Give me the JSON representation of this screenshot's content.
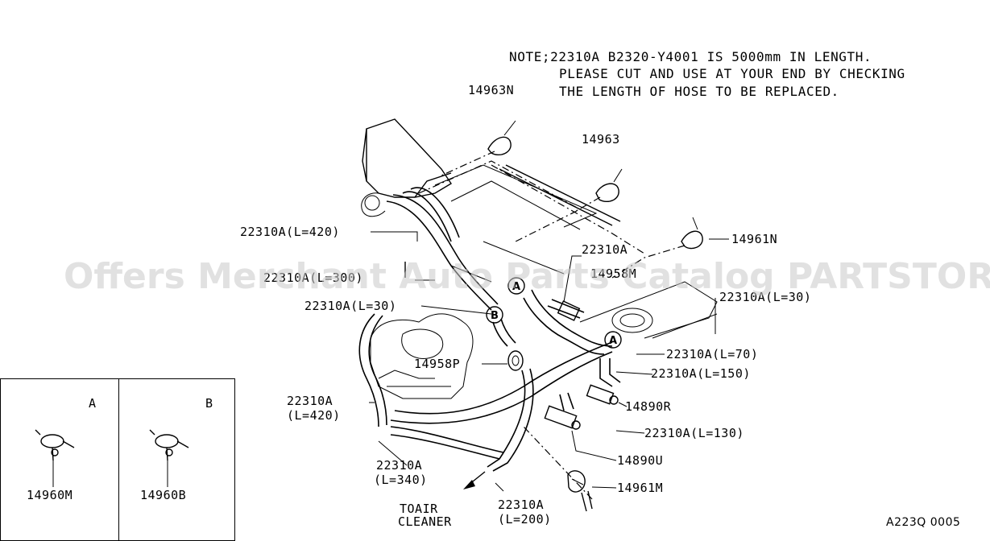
{
  "note": {
    "line1": "NOTE;22310A B2320-Y4001 IS 5000mm IN LENGTH.",
    "line2": "PLEASE CUT AND USE AT YOUR END BY CHECKING",
    "line3": "THE LENGTH OF HOSE TO BE REPLACED."
  },
  "watermark": "Offers Merchant Auto Parts Catalog PARTSTORE.SA",
  "labels": {
    "p14963N": "14963N",
    "p14963": "14963",
    "p14961N": "14961N",
    "p22310A_L420_top": "22310A(L=420)",
    "p22310A_L300": "22310A(L=300)",
    "p22310A_mid": "22310A",
    "p14958M": "14958M",
    "p22310A_L30_left": "22310A(L=30)",
    "p22310A_L30_right": "22310A(L=30)",
    "p22310A_L70": "22310A(L=70)",
    "p22310A_L150": "22310A(L=150)",
    "p14958P": "14958P",
    "p22310A_left_a": "22310A",
    "p22310A_left_b": "(L=420)",
    "p14890R": "14890R",
    "p22310A_L130": "22310A(L=130)",
    "p14890U": "14890U",
    "p22310A_bot_a": "22310A",
    "p22310A_bot_b": "(L=340)",
    "p22310A_bot2_a": "22310A",
    "p22310A_bot2_b": "(L=200)",
    "p14961M": "14961M",
    "to_air_1": "TOAIR",
    "to_air_2": "CLEANER",
    "code": "A223Q 0005"
  },
  "callouts": {
    "a": "A",
    "b": "B"
  },
  "inset": {
    "a_title": "A",
    "b_title": "B",
    "a_part": "14960M",
    "b_part": "14960B"
  }
}
